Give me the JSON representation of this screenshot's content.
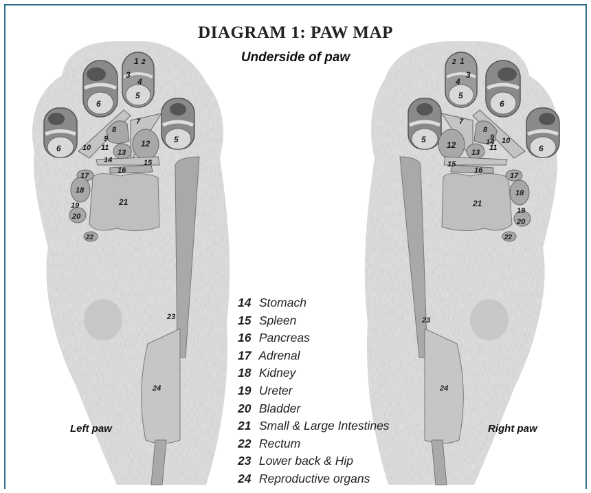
{
  "title": "DIAGRAM 1: PAW MAP",
  "subtitle": "Underside of paw",
  "left_paw_label": "Left paw",
  "right_paw_label": "Right paw",
  "colors": {
    "border": "#2d6f8e",
    "pad": "#c4c4c4",
    "zone": "#a8a8a8",
    "fur": "#d9d9d9"
  },
  "left_zone_numbers": [
    "1",
    "2",
    "3",
    "4",
    "5",
    "6",
    "6",
    "7",
    "8",
    "9",
    "10",
    "11",
    "12",
    "13",
    "14",
    "15",
    "16",
    "5",
    "17",
    "18",
    "19",
    "20",
    "21",
    "22",
    "23",
    "24"
  ],
  "right_zone_numbers": [
    "2",
    "1",
    "3",
    "4",
    "5",
    "6",
    "7",
    "8",
    "9",
    "10",
    "11",
    "14",
    "13",
    "12",
    "5",
    "6",
    "15",
    "16",
    "17",
    "18",
    "19",
    "20",
    "21",
    "22",
    "23",
    "24"
  ],
  "legend": [
    {
      "num": "14",
      "label": "Stomach"
    },
    {
      "num": "15",
      "label": "Spleen"
    },
    {
      "num": "16",
      "label": "Pancreas"
    },
    {
      "num": "17",
      "label": "Adrenal"
    },
    {
      "num": "18",
      "label": "Kidney"
    },
    {
      "num": "19",
      "label": "Ureter"
    },
    {
      "num": "20",
      "label": "Bladder"
    },
    {
      "num": "21",
      "label": "Small & Large Intestines"
    },
    {
      "num": "22",
      "label": "Rectum"
    },
    {
      "num": "23",
      "label": "Lower back & Hip"
    },
    {
      "num": "24",
      "label": "Reproductive organs"
    }
  ]
}
